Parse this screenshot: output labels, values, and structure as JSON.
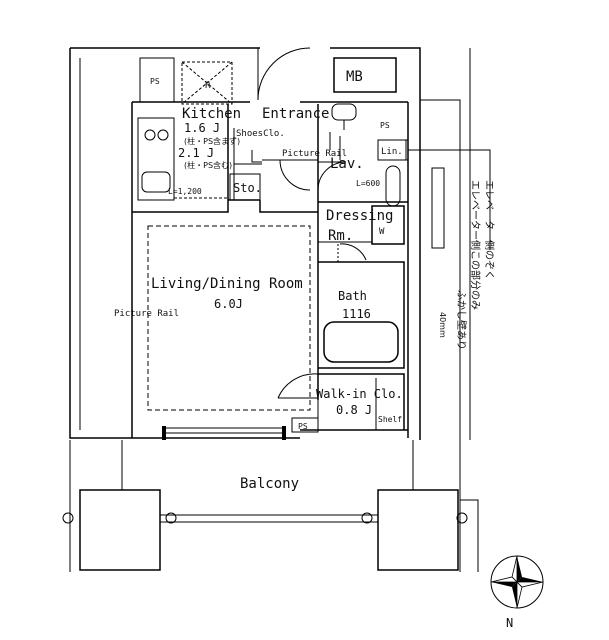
{
  "rooms": {
    "ps_top": "PS",
    "refrigerator": "R",
    "mb": "MB",
    "kitchen": "Kitchen",
    "kitchen_area_a": "1.6 J",
    "kitchen_note_a": "(柱・PS含まず)",
    "kitchen_area_b": "2.1 J",
    "kitchen_note_b": "(柱・PS含む)",
    "counter_length": "L=1,200",
    "entrance": "Entrance",
    "shoes_closet": "ShoesClo.",
    "picture_rail_top": "Picture Rail",
    "storage": "Sto.",
    "lavatory": "Lav.",
    "ps_right": "PS",
    "linen": "Lin.",
    "lav_length": "L=600",
    "dressing_1": "Dressing",
    "dressing_2": "Rm.",
    "washer": "W",
    "living": "Living/Dining Room",
    "living_area": "6.0J",
    "picture_rail_left": "Picture Rail",
    "bath": "Bath",
    "bath_size": "1116",
    "walkin_1": "Walk-in Clo.",
    "walkin_2": "0.8 J",
    "shelf": "Shelf",
    "ps_bottom": "PS",
    "balcony": "Balcony",
    "north": "N"
  },
  "notes": {
    "elevator_1": "エレベーター側のぞく",
    "elevator_2": "エレベーター側この部分のみ",
    "elevator_3": "ふかし壁あり",
    "elevator_4": "40mm"
  }
}
